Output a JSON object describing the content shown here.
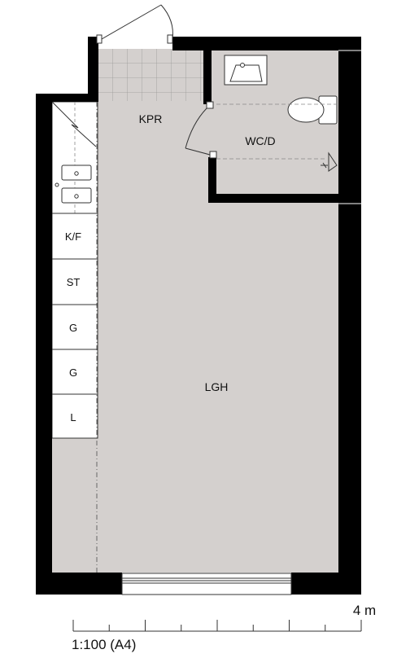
{
  "rooms": {
    "hall": "KPR",
    "bathroom": "WC/D",
    "main": "LGH"
  },
  "cabinets": [
    "K/F",
    "ST",
    "G",
    "G",
    "L"
  ],
  "scale": {
    "label": "1:100 (A4)",
    "length_label": "4 m",
    "divisions": 8
  },
  "colors": {
    "floor": "#d4d0ce",
    "wall": "#000000",
    "tile_grid": "#9a9896",
    "fixture_stroke": "#333333"
  }
}
